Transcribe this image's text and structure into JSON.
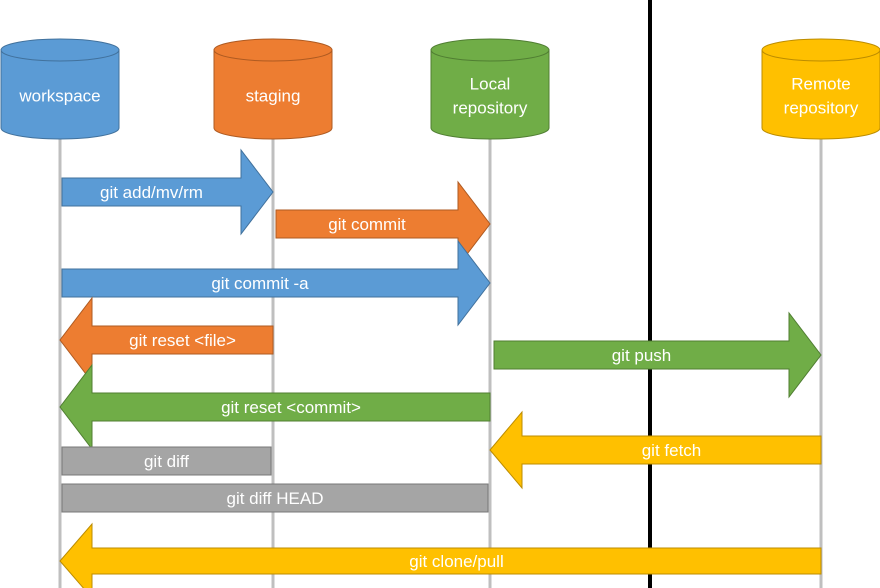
{
  "colors": {
    "blue": "#5b9bd5",
    "blue_dark": "#41719c",
    "orange": "#ed7d31",
    "orange_dark": "#ae5a21",
    "green": "#70ad47",
    "green_dark": "#507e32",
    "yellow": "#ffc000",
    "yellow_dark": "#bc8c00",
    "gray": "#a5a5a5",
    "gray_dark": "#787878",
    "lifeline": "#bfbfbf",
    "divider": "#000000"
  },
  "lanes": [
    {
      "id": "workspace",
      "lines": [
        "workspace"
      ],
      "color": "blue"
    },
    {
      "id": "staging",
      "lines": [
        "staging"
      ],
      "color": "orange"
    },
    {
      "id": "local",
      "lines": [
        "Local",
        "repository"
      ],
      "color": "green"
    },
    {
      "id": "remote",
      "lines": [
        "Remote",
        "repository"
      ],
      "color": "yellow"
    }
  ],
  "commands": [
    {
      "id": "git-add",
      "label": "git add/mv/rm",
      "from": "workspace",
      "to": "staging",
      "kind": "arrow",
      "color": "blue"
    },
    {
      "id": "git-commit",
      "label": "git commit",
      "from": "staging",
      "to": "local",
      "kind": "arrow",
      "color": "orange"
    },
    {
      "id": "git-commit-a",
      "label": "git commit -a",
      "from": "workspace",
      "to": "local",
      "kind": "arrow",
      "color": "blue"
    },
    {
      "id": "git-reset-file",
      "label": "git reset <file>",
      "from": "staging",
      "to": "workspace",
      "kind": "arrow",
      "color": "orange"
    },
    {
      "id": "git-push",
      "label": "git push",
      "from": "local",
      "to": "remote",
      "kind": "arrow",
      "color": "green"
    },
    {
      "id": "git-reset-commit",
      "label": "git reset <commit>",
      "from": "local",
      "to": "workspace",
      "kind": "arrow",
      "color": "green"
    },
    {
      "id": "git-fetch",
      "label": "git fetch",
      "from": "remote",
      "to": "local",
      "kind": "arrow",
      "color": "yellow"
    },
    {
      "id": "git-diff",
      "label": "git diff",
      "from": "workspace",
      "to": "staging",
      "kind": "bar",
      "color": "gray"
    },
    {
      "id": "git-diff-head",
      "label": "git diff HEAD",
      "from": "workspace",
      "to": "local",
      "kind": "bar",
      "color": "gray"
    },
    {
      "id": "git-clone-pull",
      "label": "git clone/pull",
      "from": "remote",
      "to": "workspace",
      "kind": "arrow",
      "color": "yellow"
    }
  ]
}
